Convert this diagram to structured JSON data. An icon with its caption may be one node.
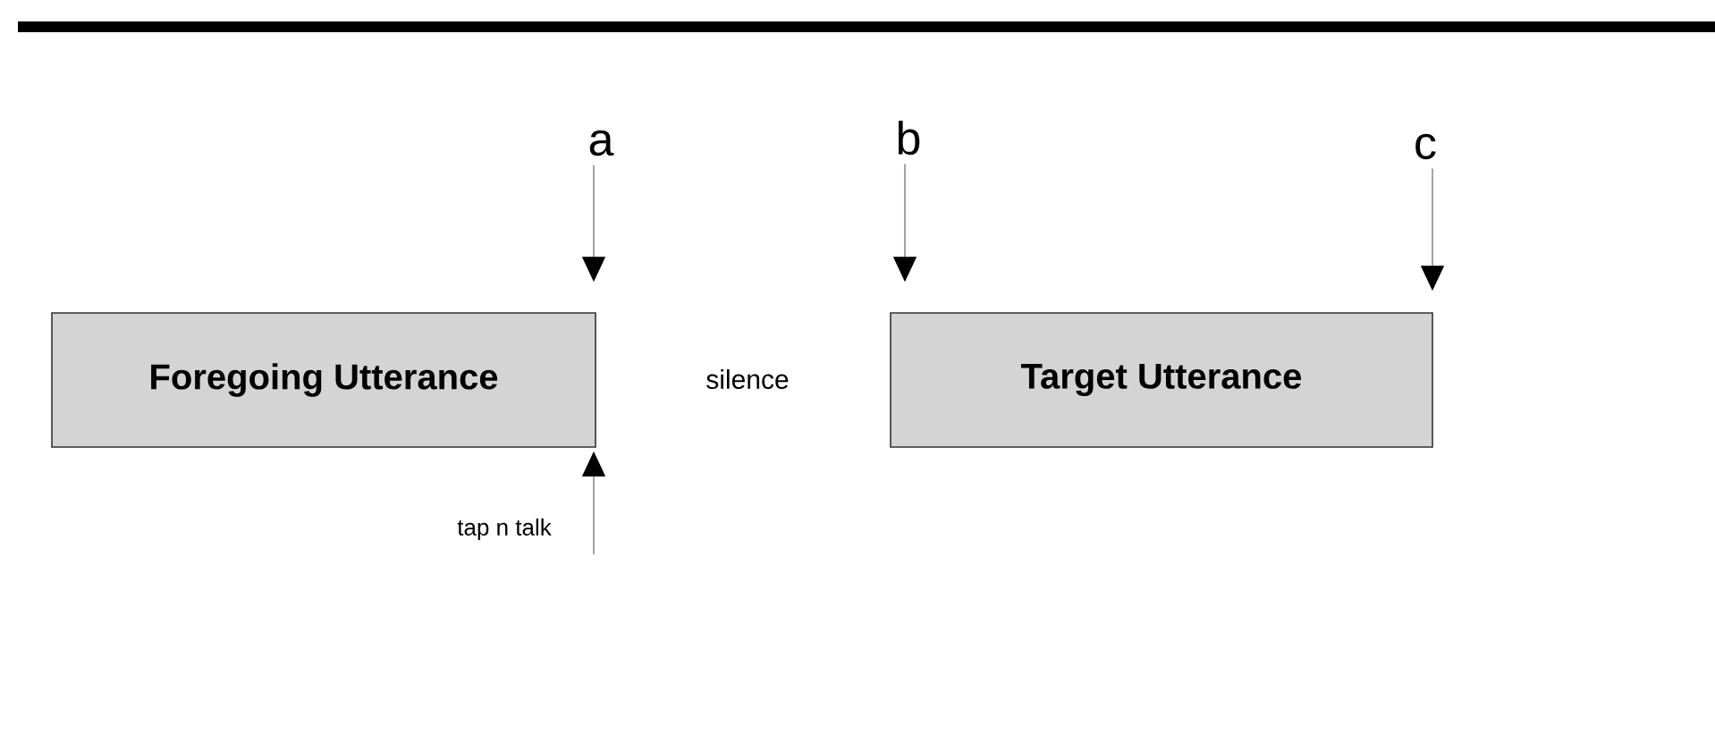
{
  "diagram": {
    "nodes": [
      {
        "text": [
          "Foregoing Utterance"
        ]
      },
      {
        "text": [
          "Target Utterance"
        ]
      },
      {
        "text": [
          "a"
        ]
      },
      {
        "text": [
          "b"
        ]
      },
      {
        "text": [
          "c"
        ]
      },
      {
        "text": [
          "tap n talk"
        ]
      }
    ],
    "edges": [
      {
        "from": 2,
        "to": 0,
        "arrow": "to"
      },
      {
        "from": 3,
        "to": 1,
        "arrow": "to"
      },
      {
        "from": 4,
        "to": 1,
        "arrow": "to"
      },
      {
        "from": 5,
        "to": 0,
        "arrow": "to"
      }
    ],
    "labels": [
      "silence"
    ]
  }
}
